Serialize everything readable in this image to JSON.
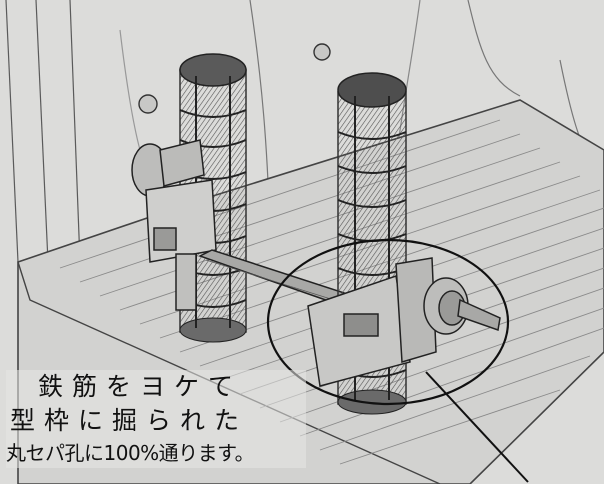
{
  "caption": {
    "line1": "鉄筋をヨケて",
    "line2": "型枠に掘られた",
    "line3": "丸セパ孔に100%通ります。"
  },
  "colors": {
    "paper": "#dcdcda",
    "pencil": "#3a3a3a",
    "shading": "#6e6e6e"
  }
}
